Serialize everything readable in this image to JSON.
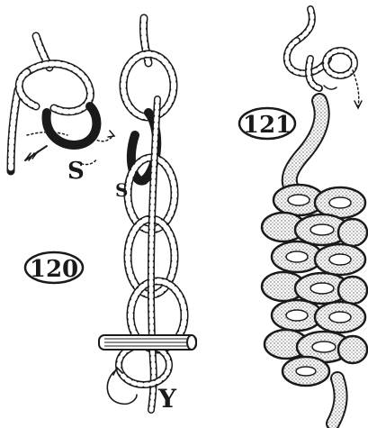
{
  "figures": [
    {
      "number": "120",
      "letters": [
        "S",
        "S",
        "Y"
      ]
    },
    {
      "number": "121"
    }
  ],
  "colors": {
    "ink": "#1a1a1a",
    "paper": "#ffffff",
    "stipple": "#555555"
  }
}
